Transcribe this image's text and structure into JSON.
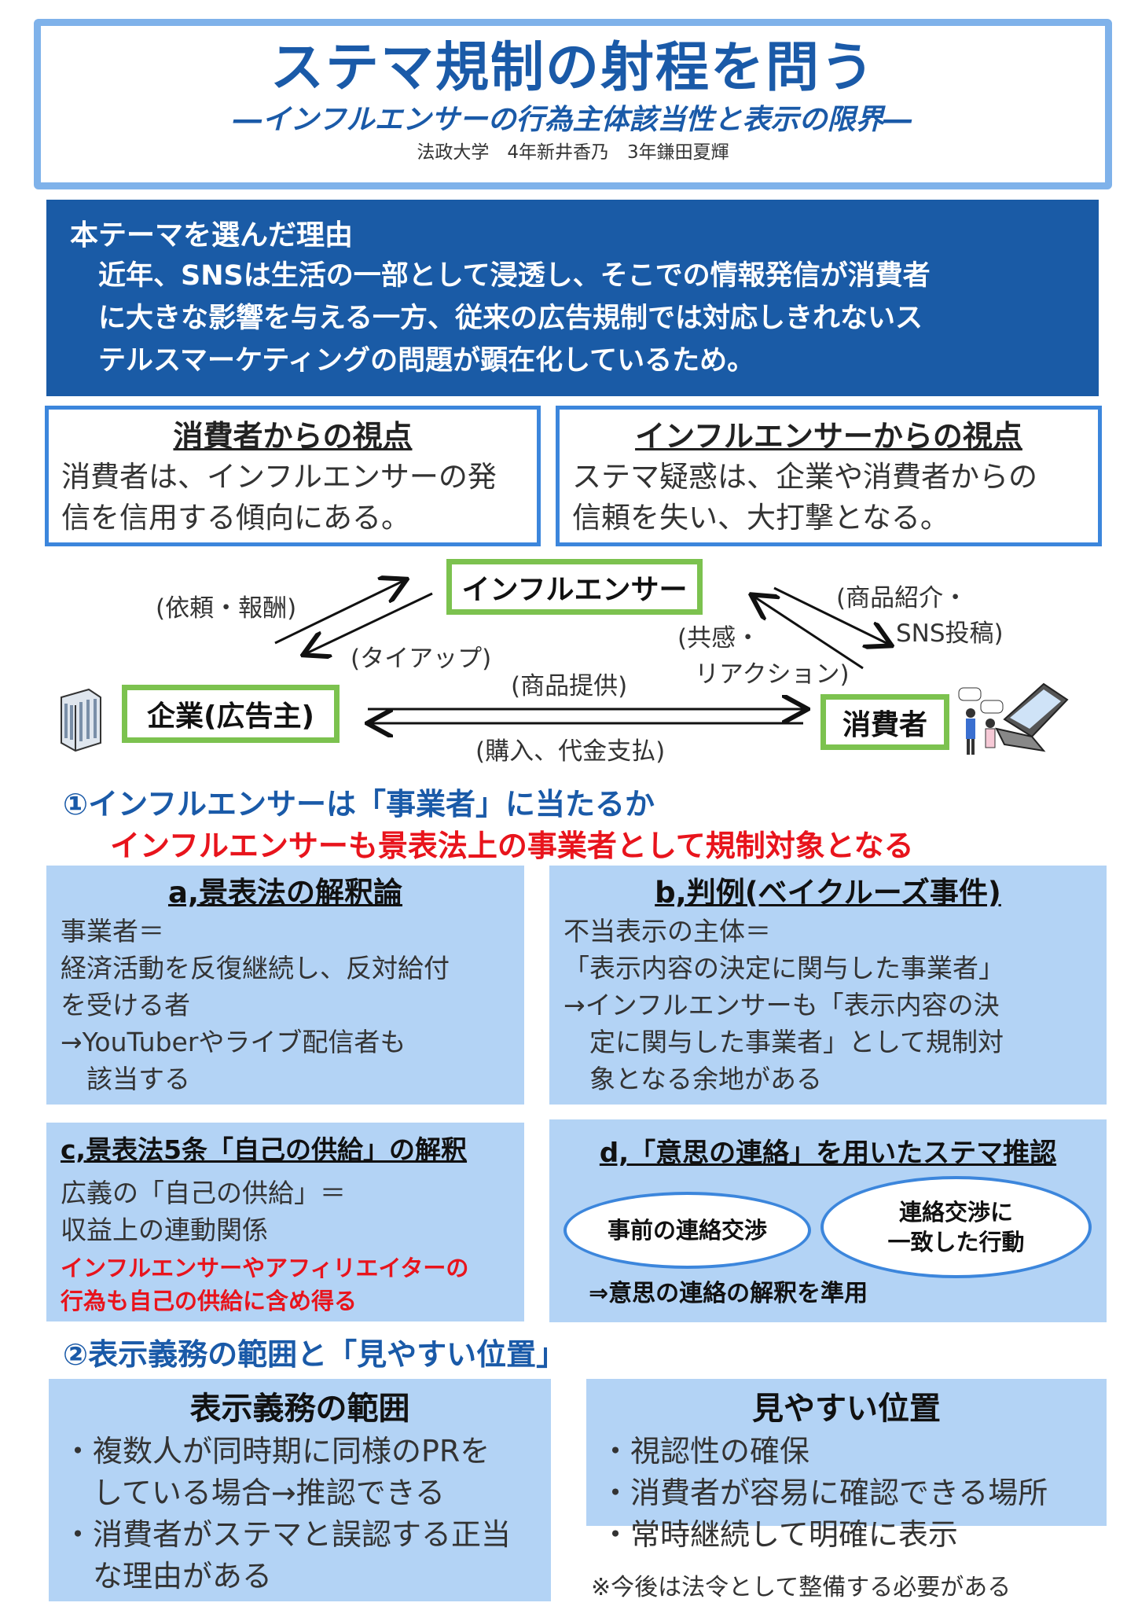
{
  "header": {
    "title": "ステマ規制の射程を問う",
    "subtitle": "―インフルエンサーの行為主体該当性と表示の限界―",
    "authors": "法政大学　4年新井香乃　3年鎌田夏輝"
  },
  "reason": {
    "heading": "本テーマを選んだ理由",
    "lines": [
      "近年、SNSは生活の一部として浸透し、そこでの情報発信が消費者",
      "に大きな影響を与える一方、従来の広告規制では対応しきれないス",
      "テルスマーケティングの問題が顕在化しているため。"
    ]
  },
  "viewpoints": [
    {
      "heading": "消費者からの視点",
      "lines": [
        "消費者は、インフルエンサーの発",
        "信を信用する傾向にある。"
      ]
    },
    {
      "heading": "インフルエンサーからの視点",
      "lines": [
        "ステマ疑惑は、企業や消費者からの",
        "信頼を失い、大打撃となる。"
      ]
    }
  ],
  "diagram": {
    "influencer": "インフルエンサー",
    "company": "企業(広告主)",
    "consumer": "消費者",
    "labels": {
      "request": "(依頼・報酬)",
      "tieup": "(タイアップ)",
      "intro1": "(商品紹介・",
      "intro2": "SNS投稿)",
      "emp1": "(共感・",
      "emp2": "リアクション)",
      "provide": "(商品提供)",
      "purchase": "(購入、代金支払)"
    }
  },
  "section1": {
    "heading": "①インフルエンサーは「事業者」に当たるか",
    "conclusion": "インフルエンサーも景表法上の事業者として規制対象となる"
  },
  "box_a": {
    "heading": "a,景表法の解釈論",
    "lines": [
      "事業者＝",
      "経済活動を反復継続し、反対給付",
      "を受ける者",
      "→YouTuberやライブ配信者も",
      "　該当する"
    ]
  },
  "box_b": {
    "heading": "b,判例(ベイクルーズ事件)",
    "lines": [
      "不当表示の主体＝",
      "「表示内容の決定に関与した事業者」",
      "→インフルエンサーも「表示内容の決",
      "　定に関与した事業者」として規制対",
      "　象となる余地がある"
    ]
  },
  "box_c": {
    "heading": "c,景表法5条「自己の供給」の解釈",
    "lines": [
      "広義の「自己の供給」＝",
      "収益上の連動関係"
    ],
    "red": [
      "インフルエンサーやアフィリエイターの",
      "行為も自己の供給に含め得る"
    ]
  },
  "box_d": {
    "heading": "d,「意思の連絡」を用いたステマ推認",
    "bubble1": "事前の連絡交渉",
    "bubble2a": "連絡交渉に",
    "bubble2b": "一致した行動",
    "conclusion": "⇒意思の連絡の解釈を準用"
  },
  "section2": {
    "heading": "②表示義務の範囲と「見やすい位置」"
  },
  "box_e": {
    "heading": "表示義務の範囲",
    "lines": [
      "・複数人が同時期に同様のPRを",
      "　している場合→推認できる",
      "・消費者がステマと誤認する正当",
      "　な理由がある"
    ]
  },
  "box_f": {
    "heading": "見やすい位置",
    "lines": [
      "・視認性の確保",
      "・消費者が容易に確認できる場所",
      "・常時継続して明確に表示"
    ]
  },
  "note": "※今後は法令として整備する必要がある",
  "colors": {
    "accent": "#1a5aa8",
    "light": "#b3d3f5",
    "green": "#7cc24f",
    "red": "#e8141c"
  }
}
